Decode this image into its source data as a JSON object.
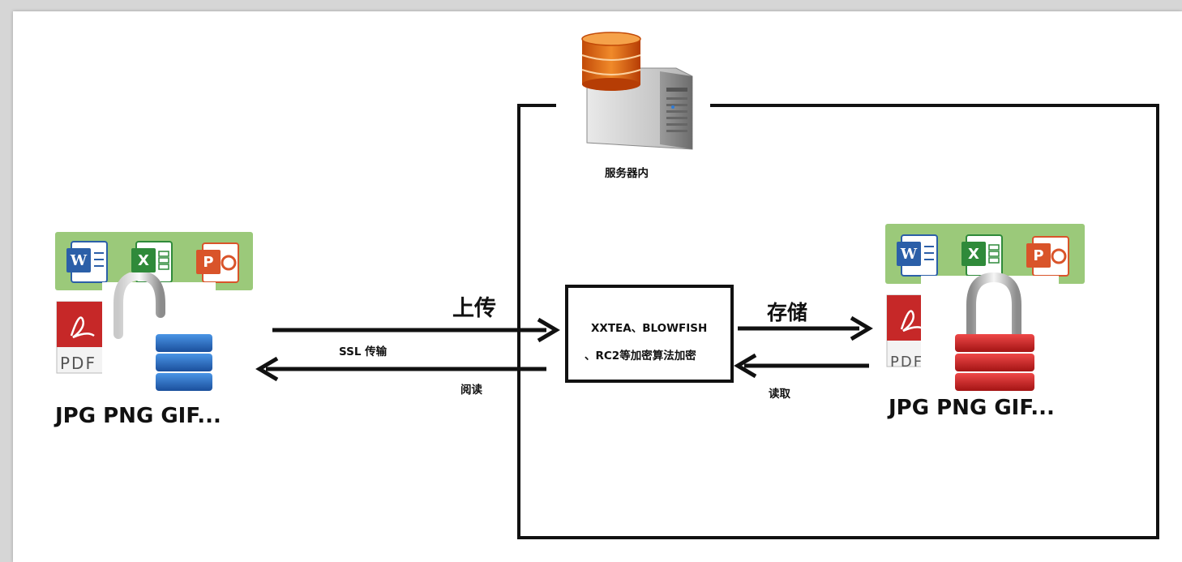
{
  "server": {
    "label": "服务器内",
    "icon": "database-server-icon"
  },
  "algorithm_box": {
    "line1": "XXTEA、BLOWFISH",
    "line2": "、RC2等加密算法加密"
  },
  "left": {
    "caption": "JPG PNG GIF...",
    "lock": "unlocked-padlock-icon",
    "lock_color": "#2a6fc4",
    "pdf_label": "PDF"
  },
  "right": {
    "caption": "JPG PNG GIF...",
    "lock": "locked-padlock-icon",
    "lock_color": "#d42424",
    "pdf_label": "PDF"
  },
  "arrows": {
    "upload": "上传",
    "ssl": "SSL 传输",
    "read": "阅读",
    "store": "存储",
    "fetch": "读取"
  },
  "office_icons": [
    "word-icon",
    "excel-icon",
    "powerpoint-icon",
    "pdf-icon"
  ],
  "colors": {
    "word": "#2b5fa8",
    "excel": "#2f8a3a",
    "powerpoint": "#d9542a",
    "pdf": "#c62828",
    "tile_bg": "#8fc16a"
  }
}
